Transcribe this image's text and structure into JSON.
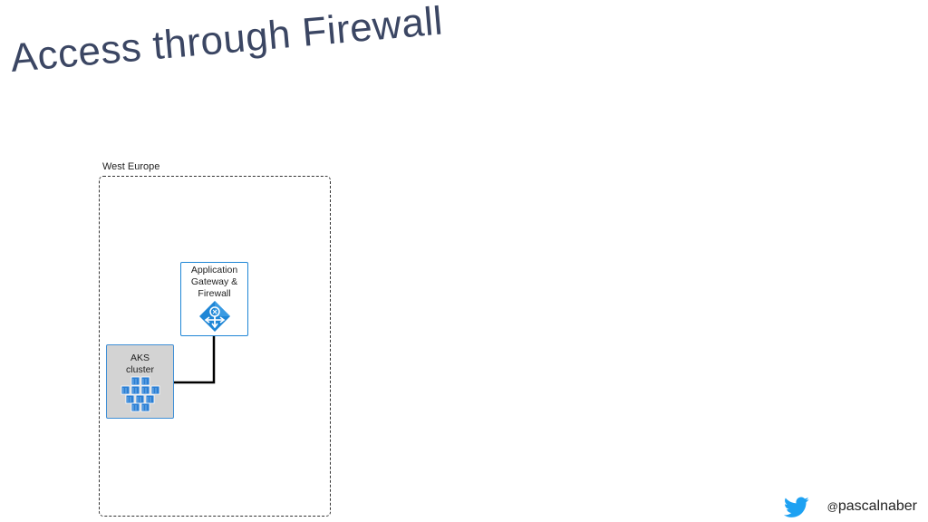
{
  "title": "Access through Firewall",
  "region": {
    "label": "West Europe"
  },
  "nodes": {
    "gateway": {
      "label_line1": "Application",
      "label_line2": "Gateway &",
      "label_line3": "Firewall",
      "icon": "application-gateway-icon"
    },
    "aks": {
      "label_line1": "AKS",
      "label_line2": "cluster",
      "icon": "kubernetes-cluster-icon"
    }
  },
  "footer": {
    "at": "@",
    "handle": "pascalnaber",
    "icon": "twitter-bird-icon"
  },
  "colors": {
    "title": "#3b4663",
    "azure_blue": "#1f86d6",
    "aks_fill": "#d3d3d3",
    "twitter_blue": "#1da1f2"
  }
}
